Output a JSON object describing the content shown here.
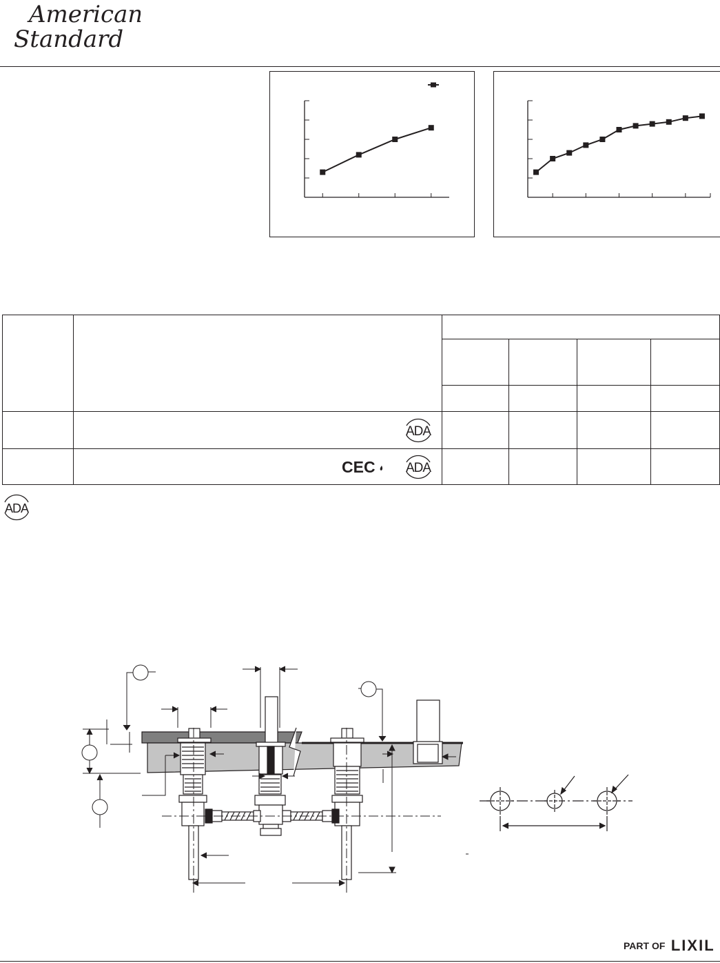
{
  "brand": {
    "logo_line1": "American",
    "logo_line2": "Standard",
    "footer_prefix": "PART OF",
    "footer_brand": "LIXIL"
  },
  "chart_data": [
    {
      "type": "line",
      "x": [
        1,
        2,
        3,
        4
      ],
      "values": [
        1.3,
        2.2,
        3.0,
        3.6
      ],
      "ylim": [
        0,
        5
      ],
      "xlim": [
        0.5,
        4.5
      ],
      "grid": false,
      "legend": "top-right"
    },
    {
      "type": "line",
      "x": [
        1,
        2,
        3,
        4,
        5,
        6,
        7,
        8,
        9,
        10,
        11
      ],
      "values": [
        1.3,
        2.0,
        2.3,
        2.7,
        3.0,
        3.5,
        3.7,
        3.8,
        3.9,
        4.1,
        4.2
      ],
      "ylim": [
        0,
        5
      ],
      "xlim": [
        0.5,
        11.5
      ],
      "grid": false,
      "legend": "none"
    }
  ],
  "table": {
    "rows": [
      {
        "badges": [
          "ADA"
        ]
      },
      {
        "badges": [
          "CEC",
          "ADA"
        ]
      }
    ]
  },
  "badges": {
    "ada": "ADA",
    "cec": "CEC"
  },
  "colors": {
    "ink": "#231f20",
    "counter_top": "#7f7f7f",
    "sink_deck": "#c4c4c4"
  }
}
